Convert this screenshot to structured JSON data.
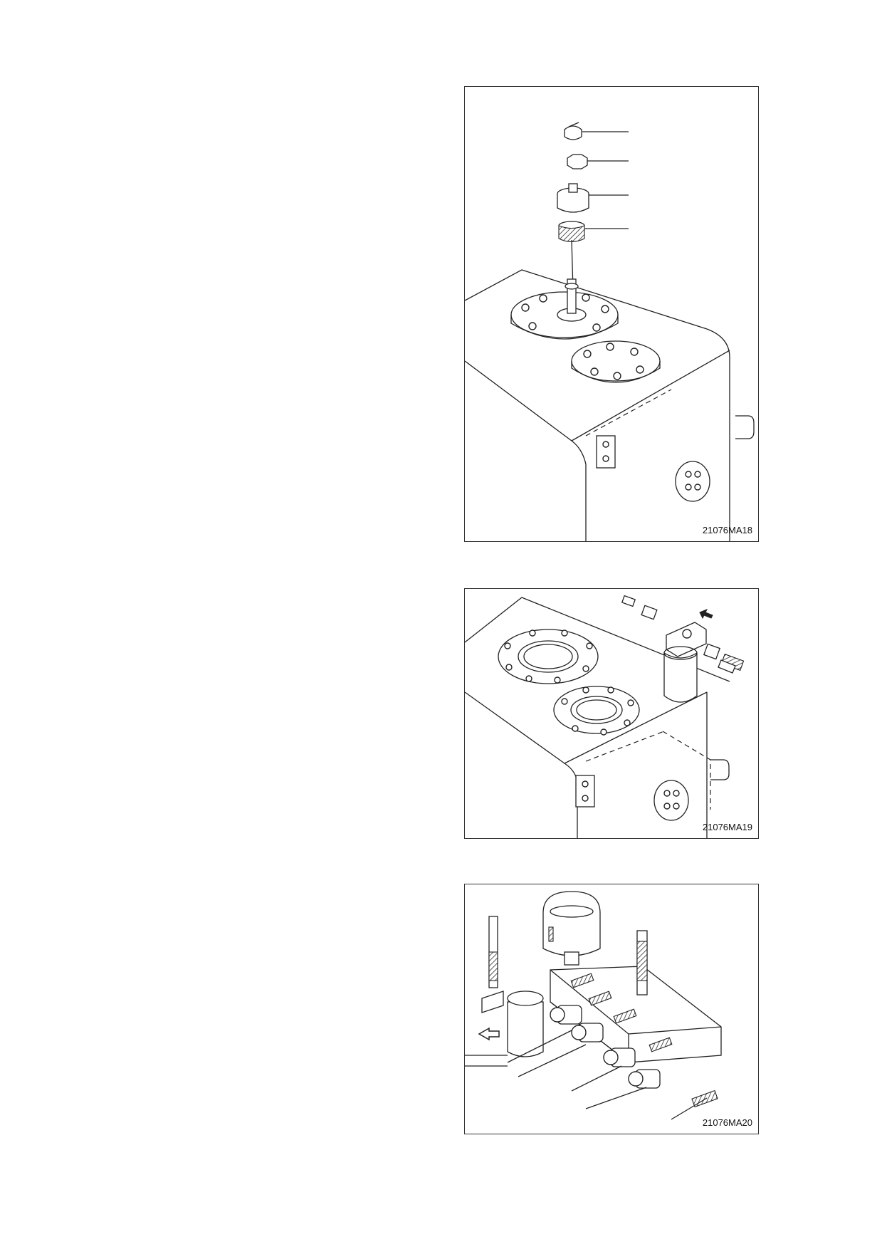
{
  "figures": [
    {
      "id": "fig1",
      "code": "21076MA18"
    },
    {
      "id": "fig2",
      "code": "21076MA19"
    },
    {
      "id": "fig3",
      "code": "21076MA20"
    }
  ]
}
